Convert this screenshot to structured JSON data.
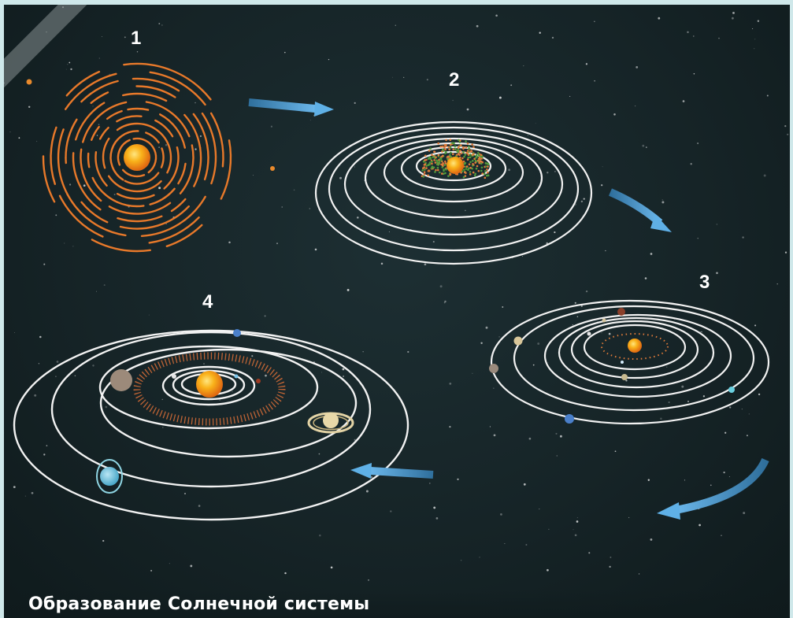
{
  "caption": "Образование Солнечной системы",
  "stages": [
    {
      "number": "1"
    },
    {
      "number": "2"
    },
    {
      "number": "3"
    },
    {
      "number": "4"
    }
  ],
  "colors": {
    "background": "#162427",
    "frame": "#cfe8ea",
    "orbit": "#f2f2f2",
    "arrow": "#4a9fd8",
    "sun": "#f7a81c",
    "protoplanetary_rings": "#e8792a",
    "dust_dots": "#e07b3a",
    "green_dots": "#4f9a3c"
  }
}
